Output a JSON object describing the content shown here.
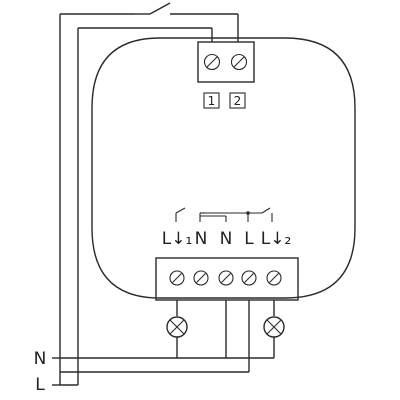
{
  "supply": {
    "neutral_label": "N",
    "live_label": "L"
  },
  "input_terminals": {
    "labels": [
      "1",
      "2"
    ]
  },
  "output_terminals": {
    "labels": [
      "L↓₁",
      "N",
      "N",
      "L",
      "L↓₂"
    ]
  },
  "colors": {
    "stroke": "#2a2a2a",
    "device_fill": "#ffffff",
    "background": "#ffffff"
  },
  "icons": {
    "lamp": "lamp-icon",
    "screw": "screw-terminal-icon",
    "switch": "switch-icon"
  }
}
